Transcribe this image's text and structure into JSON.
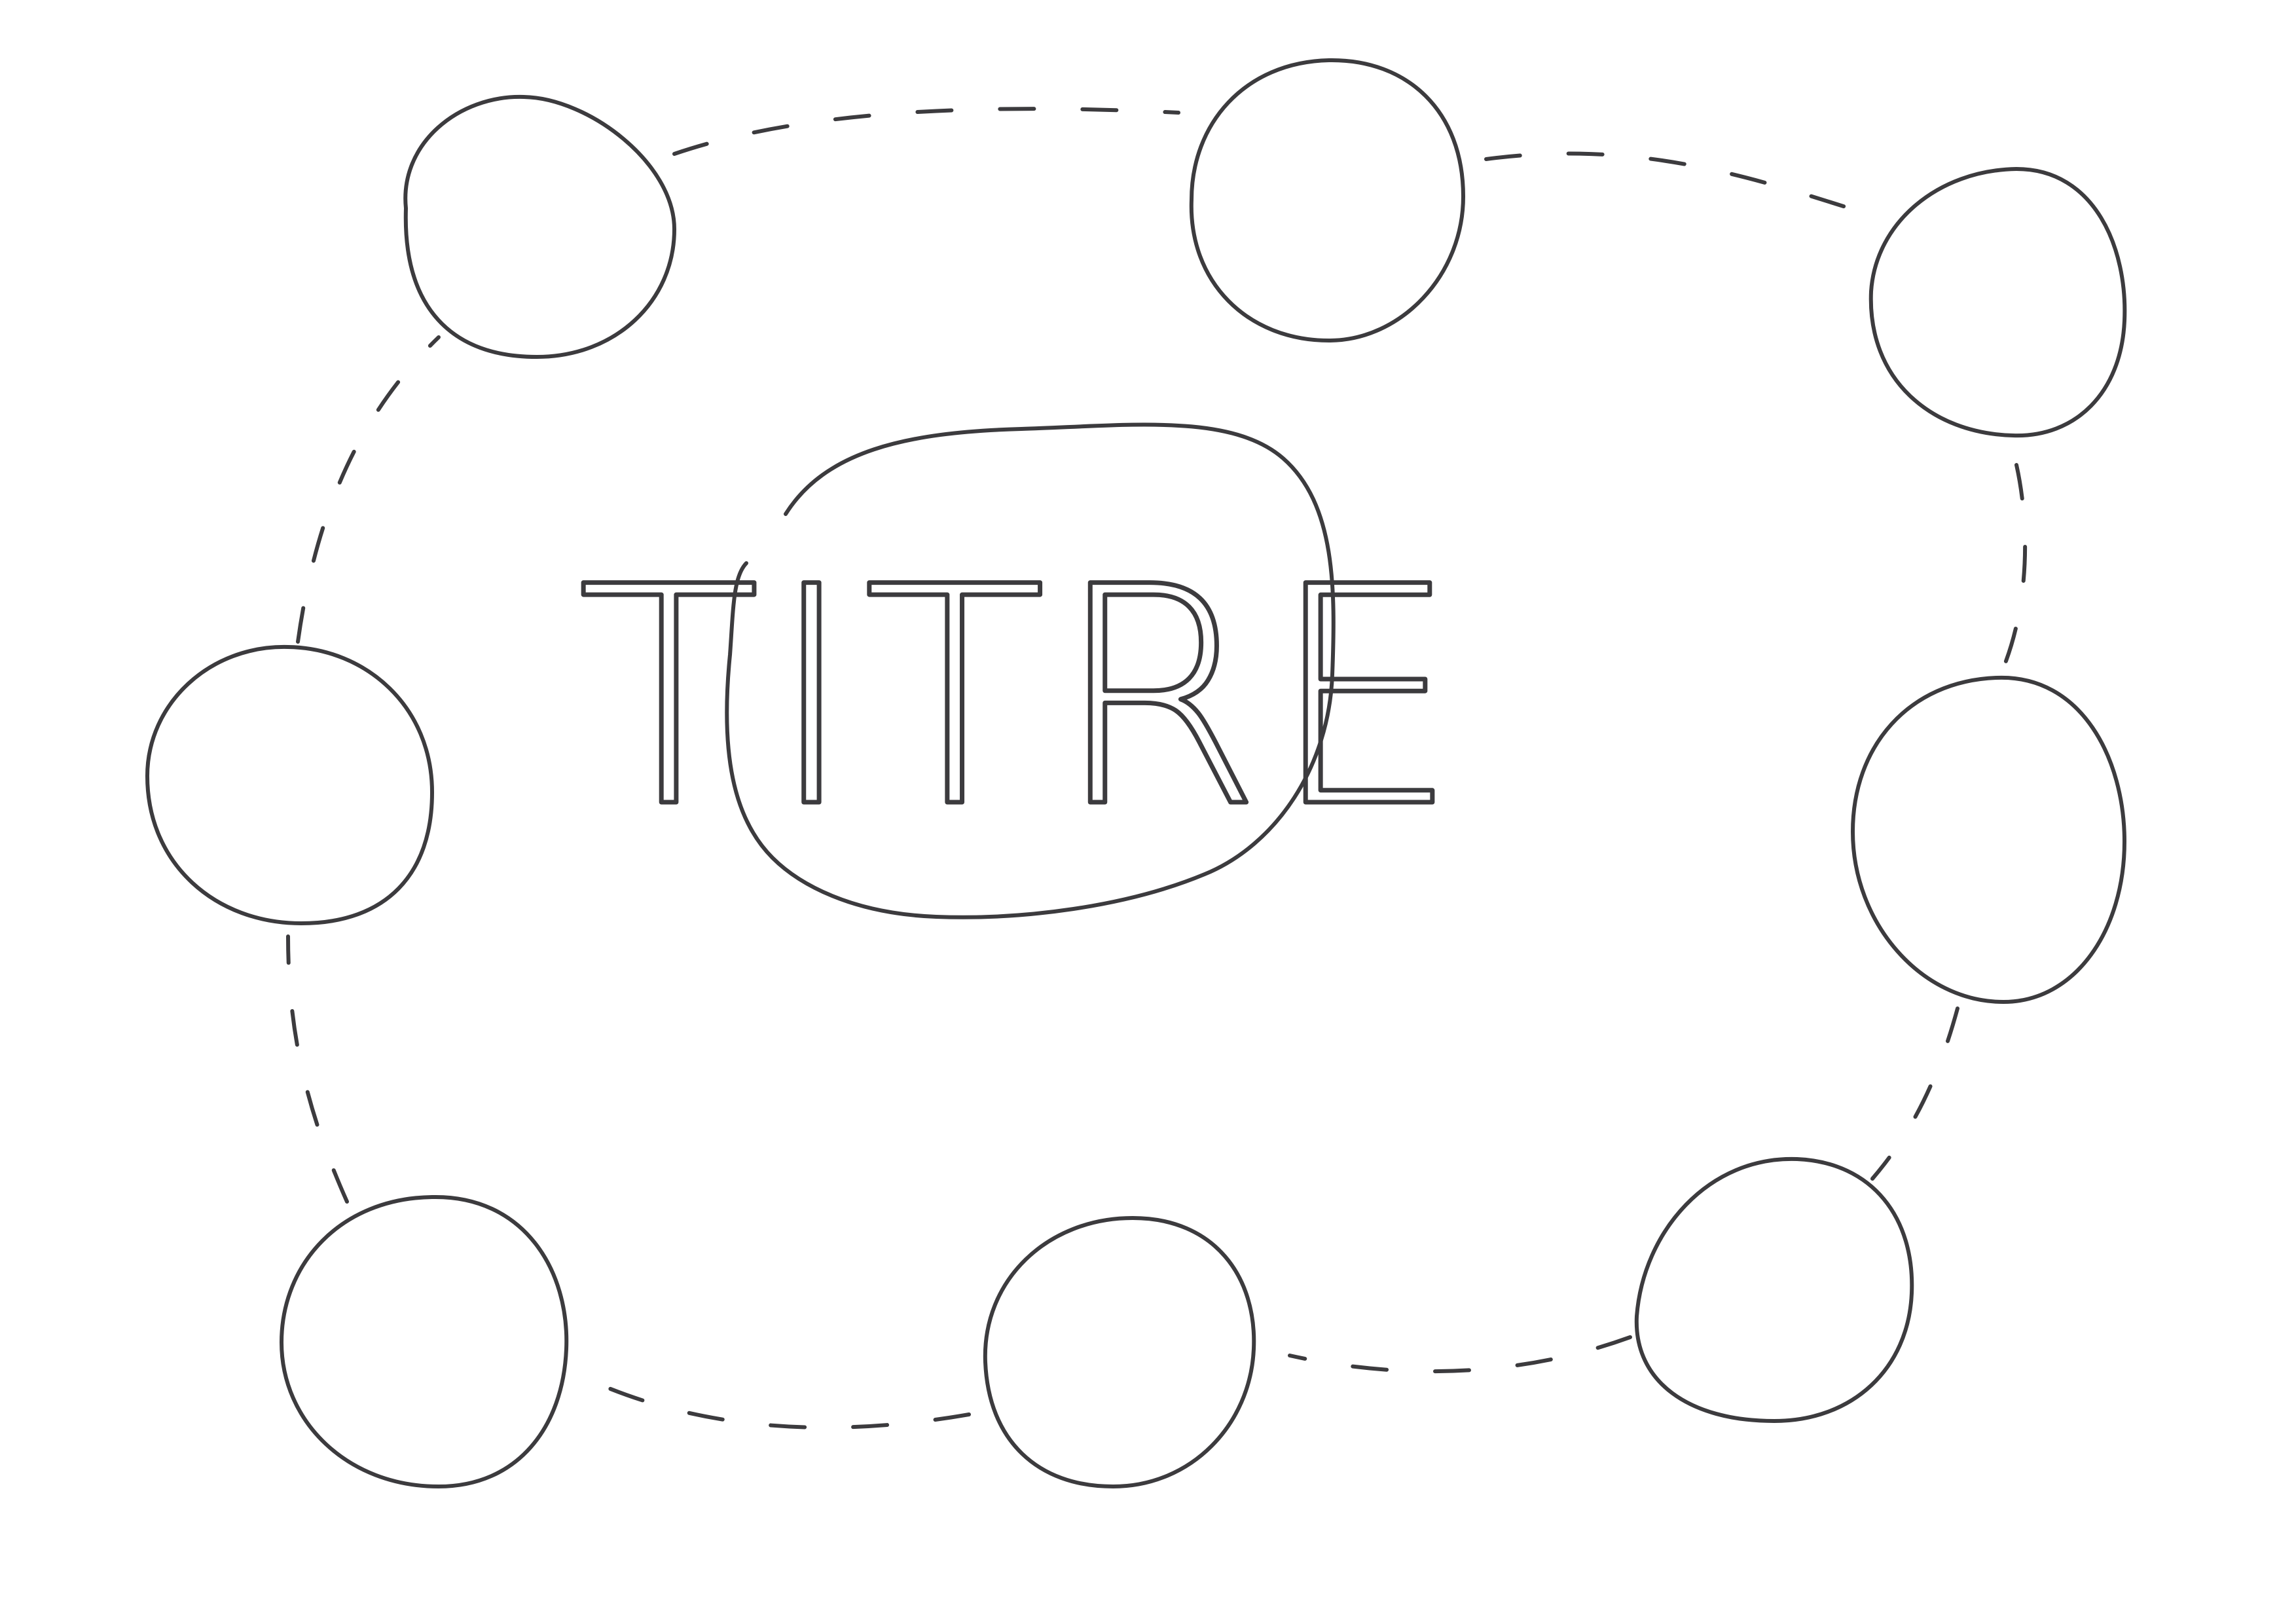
{
  "title_bubble": {
    "text": "TITRE"
  },
  "nodes": [
    {
      "id": "node-1",
      "label": ""
    },
    {
      "id": "node-2",
      "label": ""
    },
    {
      "id": "node-3",
      "label": ""
    },
    {
      "id": "node-4",
      "label": ""
    },
    {
      "id": "node-5",
      "label": ""
    },
    {
      "id": "node-6",
      "label": ""
    },
    {
      "id": "node-7",
      "label": ""
    },
    {
      "id": "node-8",
      "label": ""
    }
  ],
  "connector_style": "dashed",
  "colors": {
    "ink": "#3c3b3e",
    "paper": "#ffffff"
  }
}
